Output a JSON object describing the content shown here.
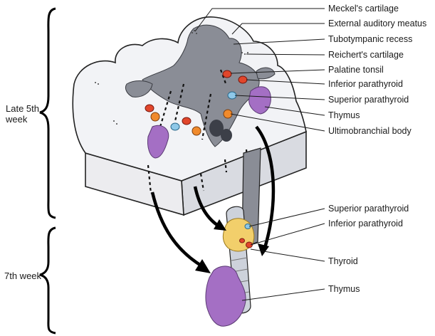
{
  "stages": {
    "late_5th_week": "Late 5th\nweek",
    "seventh_week": "7th week"
  },
  "labels_5th_week": [
    "Meckel's cartilage",
    "External auditory meatus",
    "Tubotympanic recess",
    "Reichert's cartilage",
    "Palatine tonsil",
    "Inferior parathyroid",
    "Superior parathyroid",
    "Thymus",
    "Ultimobranchial body"
  ],
  "labels_7th_week": [
    "Superior parathyroid",
    "Inferior parathyroid",
    "Thyroid",
    "Thymus"
  ],
  "colors": {
    "gray_region": "#8a8d96",
    "light_region": "#eeeff2",
    "thymus_purple": "#a46fc4",
    "parathyroid_red": "#e1462b",
    "ultimobranchial_blue": "#8ec8e8",
    "ultimobranchial_orange": "#f08a2c",
    "thyroid_yellow": "#f2cf6b",
    "trachea": "#cdd2db",
    "arrow": "#000000"
  }
}
